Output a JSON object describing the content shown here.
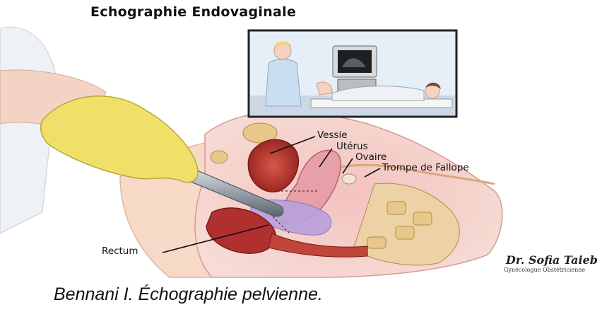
{
  "title": "Echographie Endovaginale",
  "labels": {
    "vessie": "Vessie",
    "uterus": "Utérus",
    "ovaire": "Ovaire",
    "trompe": "Trompe de Fallope",
    "rectum": "Rectum"
  },
  "signature": {
    "name": "Dr. Sofia Taieb",
    "role": "Gynécologue Obstétricienne"
  },
  "caption": "Bennani I. Échographie pelvienne.",
  "colors": {
    "glove": "#f0e06a",
    "skin": "#f7d9c8",
    "bladder": "#c0392b",
    "uterus": "#e8a0a8",
    "rectum": "#b03030",
    "bone": "#e8c88a",
    "probe": "#9aa3ad"
  }
}
